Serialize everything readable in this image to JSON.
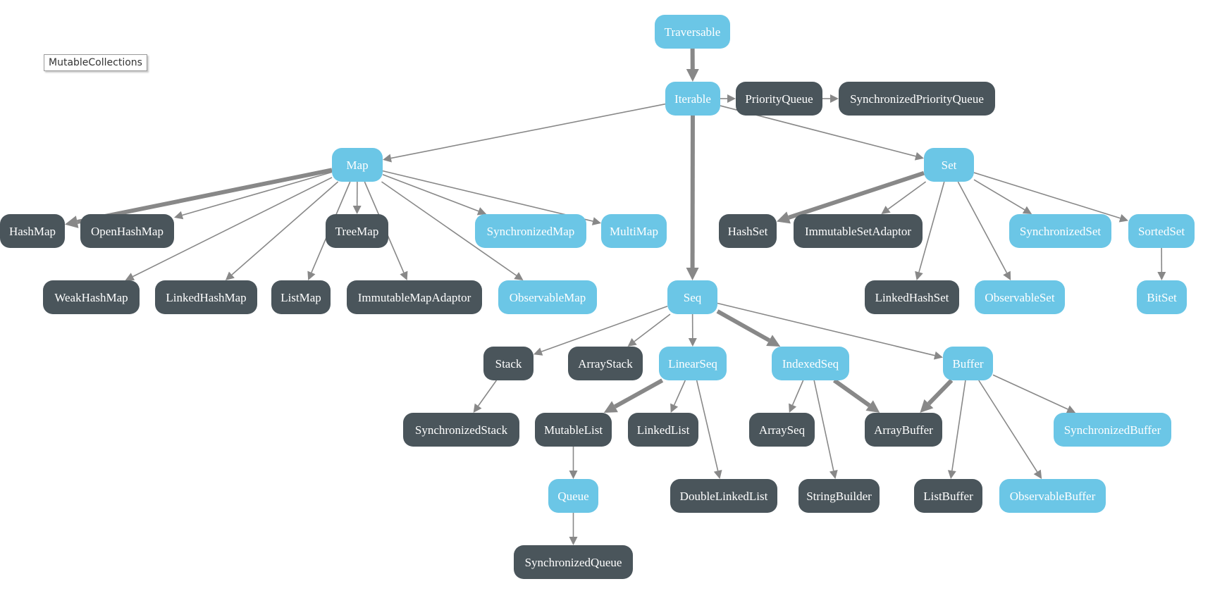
{
  "label": "MutableCollections",
  "colors": {
    "trait": "#6bc6e6",
    "class": "#4a555b",
    "edge": "#888888",
    "text": "#ffffff"
  },
  "nodes": [
    {
      "id": "Traversable",
      "kind": "trait"
    },
    {
      "id": "Iterable",
      "kind": "trait"
    },
    {
      "id": "PriorityQueue",
      "kind": "class"
    },
    {
      "id": "SynchronizedPriorityQueue",
      "kind": "class"
    },
    {
      "id": "Map",
      "kind": "trait"
    },
    {
      "id": "Set",
      "kind": "trait"
    },
    {
      "id": "HashMap",
      "kind": "class"
    },
    {
      "id": "OpenHashMap",
      "kind": "class"
    },
    {
      "id": "TreeMap",
      "kind": "class"
    },
    {
      "id": "SynchronizedMap",
      "kind": "trait"
    },
    {
      "id": "MultiMap",
      "kind": "trait"
    },
    {
      "id": "WeakHashMap",
      "kind": "class"
    },
    {
      "id": "LinkedHashMap",
      "kind": "class"
    },
    {
      "id": "ListMap",
      "kind": "class"
    },
    {
      "id": "ImmutableMapAdaptor",
      "kind": "class"
    },
    {
      "id": "ObservableMap",
      "kind": "trait"
    },
    {
      "id": "HashSet",
      "kind": "class"
    },
    {
      "id": "ImmutableSetAdaptor",
      "kind": "class"
    },
    {
      "id": "SynchronizedSet",
      "kind": "trait"
    },
    {
      "id": "SortedSet",
      "kind": "trait"
    },
    {
      "id": "LinkedHashSet",
      "kind": "class"
    },
    {
      "id": "ObservableSet",
      "kind": "trait"
    },
    {
      "id": "BitSet",
      "kind": "trait"
    },
    {
      "id": "Seq",
      "kind": "trait"
    },
    {
      "id": "Stack",
      "kind": "class"
    },
    {
      "id": "ArrayStack",
      "kind": "class"
    },
    {
      "id": "LinearSeq",
      "kind": "trait"
    },
    {
      "id": "IndexedSeq",
      "kind": "trait"
    },
    {
      "id": "Buffer",
      "kind": "trait"
    },
    {
      "id": "SynchronizedStack",
      "kind": "class"
    },
    {
      "id": "MutableList",
      "kind": "class"
    },
    {
      "id": "LinkedList",
      "kind": "class"
    },
    {
      "id": "ArraySeq",
      "kind": "class"
    },
    {
      "id": "ArrayBuffer",
      "kind": "class"
    },
    {
      "id": "SynchronizedBuffer",
      "kind": "trait"
    },
    {
      "id": "Queue",
      "kind": "trait"
    },
    {
      "id": "DoubleLinkedList",
      "kind": "class"
    },
    {
      "id": "StringBuilder",
      "kind": "class"
    },
    {
      "id": "ListBuffer",
      "kind": "class"
    },
    {
      "id": "ObservableBuffer",
      "kind": "trait"
    },
    {
      "id": "SynchronizedQueue",
      "kind": "class"
    }
  ],
  "edges": [
    {
      "from": "Traversable",
      "to": "Iterable",
      "style": "thick"
    },
    {
      "from": "Iterable",
      "to": "PriorityQueue",
      "style": "thin"
    },
    {
      "from": "PriorityQueue",
      "to": "SynchronizedPriorityQueue",
      "style": "thin"
    },
    {
      "from": "Iterable",
      "to": "Map",
      "style": "thin"
    },
    {
      "from": "Iterable",
      "to": "Set",
      "style": "thin"
    },
    {
      "from": "Iterable",
      "to": "Seq",
      "style": "thick"
    },
    {
      "from": "Map",
      "to": "HashMap",
      "style": "thick"
    },
    {
      "from": "Map",
      "to": "OpenHashMap",
      "style": "thin"
    },
    {
      "from": "Map",
      "to": "TreeMap",
      "style": "thin"
    },
    {
      "from": "Map",
      "to": "SynchronizedMap",
      "style": "thin"
    },
    {
      "from": "Map",
      "to": "MultiMap",
      "style": "thin"
    },
    {
      "from": "Map",
      "to": "WeakHashMap",
      "style": "thin"
    },
    {
      "from": "Map",
      "to": "LinkedHashMap",
      "style": "thin"
    },
    {
      "from": "Map",
      "to": "ListMap",
      "style": "thin"
    },
    {
      "from": "Map",
      "to": "ImmutableMapAdaptor",
      "style": "thin"
    },
    {
      "from": "Map",
      "to": "ObservableMap",
      "style": "thin"
    },
    {
      "from": "Set",
      "to": "HashSet",
      "style": "thick"
    },
    {
      "from": "Set",
      "to": "ImmutableSetAdaptor",
      "style": "thin"
    },
    {
      "from": "Set",
      "to": "SynchronizedSet",
      "style": "thin"
    },
    {
      "from": "Set",
      "to": "SortedSet",
      "style": "thin"
    },
    {
      "from": "Set",
      "to": "LinkedHashSet",
      "style": "thin"
    },
    {
      "from": "Set",
      "to": "ObservableSet",
      "style": "thin"
    },
    {
      "from": "SortedSet",
      "to": "BitSet",
      "style": "thin"
    },
    {
      "from": "Seq",
      "to": "Stack",
      "style": "thin"
    },
    {
      "from": "Seq",
      "to": "ArrayStack",
      "style": "thin"
    },
    {
      "from": "Seq",
      "to": "LinearSeq",
      "style": "thin"
    },
    {
      "from": "Seq",
      "to": "IndexedSeq",
      "style": "thick"
    },
    {
      "from": "Seq",
      "to": "Buffer",
      "style": "thin"
    },
    {
      "from": "Stack",
      "to": "SynchronizedStack",
      "style": "thin"
    },
    {
      "from": "LinearSeq",
      "to": "MutableList",
      "style": "thick"
    },
    {
      "from": "LinearSeq",
      "to": "LinkedList",
      "style": "thin"
    },
    {
      "from": "LinearSeq",
      "to": "DoubleLinkedList",
      "style": "thin"
    },
    {
      "from": "IndexedSeq",
      "to": "ArraySeq",
      "style": "thin"
    },
    {
      "from": "IndexedSeq",
      "to": "ArrayBuffer",
      "style": "thick"
    },
    {
      "from": "IndexedSeq",
      "to": "StringBuilder",
      "style": "thin"
    },
    {
      "from": "Buffer",
      "to": "ArrayBuffer",
      "style": "thick"
    },
    {
      "from": "Buffer",
      "to": "SynchronizedBuffer",
      "style": "thin"
    },
    {
      "from": "Buffer",
      "to": "ListBuffer",
      "style": "thin"
    },
    {
      "from": "Buffer",
      "to": "ObservableBuffer",
      "style": "thin"
    },
    {
      "from": "MutableList",
      "to": "Queue",
      "style": "thin"
    },
    {
      "from": "Queue",
      "to": "SynchronizedQueue",
      "style": "thin"
    }
  ]
}
